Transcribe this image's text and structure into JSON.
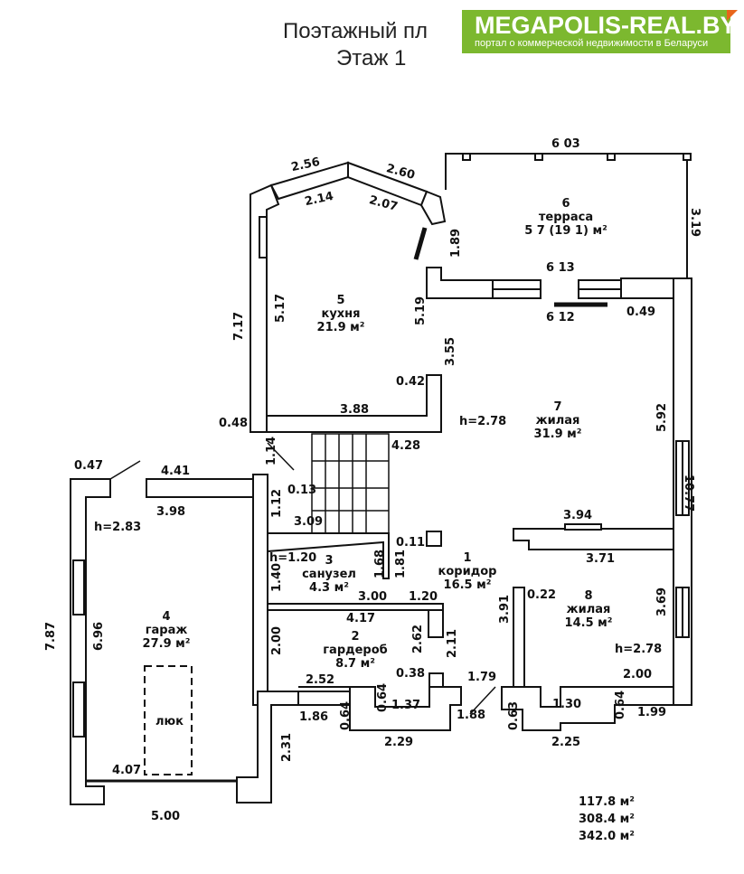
{
  "header": {
    "title_line1": "Поэтажный пл",
    "title_line2": "Этаж 1"
  },
  "logo": {
    "name": "MEGAPOLIS-REAL.BY",
    "tagline": "портал о коммерческой недвижимости в Беларуси",
    "brand_color": "#7cb82f",
    "corner_color": "#e8661b"
  },
  "rooms": [
    {
      "num": "1",
      "name": "коридор",
      "area": "16.5 м²"
    },
    {
      "num": "2",
      "name": "гардероб",
      "area": "8.7 м²"
    },
    {
      "num": "3",
      "name": "санузел",
      "area": "4.3 м²"
    },
    {
      "num": "4",
      "name": "гараж",
      "area": "27.9 м²"
    },
    {
      "num": "5",
      "name": "кухня",
      "area": "21.9 м²"
    },
    {
      "num": "6",
      "name": "терраса",
      "area": "5 7 (19 1) м²"
    },
    {
      "num": "7",
      "name": "жилая",
      "area": "31.9 м²"
    },
    {
      "num": "8",
      "name": "жилая",
      "area": "14.5 м²"
    }
  ],
  "heights": [
    "h=2.78",
    "h=2.83",
    "h=1.20",
    "h=2.78"
  ],
  "hatch_label": "люк",
  "dimensions": [
    "2.56",
    "2.60",
    "2.14",
    "2.07",
    "6 03",
    "3.19",
    "1.89",
    "6 13",
    "6 12",
    "0.49",
    "5.17",
    "5.19",
    "7.17",
    "3.55",
    "0.42",
    "3.88",
    "0.48",
    "4.28",
    "5.92",
    "1.14",
    "0.47",
    "4.41",
    "0.13",
    "3.98",
    "1.12",
    "3.09",
    "0.11",
    "1.68",
    "1.81",
    "3.94",
    "3.71",
    "10.77",
    "1.40",
    "3.00",
    "1.20",
    "0.22",
    "3.91",
    "4.17",
    "2.62",
    "2.11",
    "7.87",
    "6.96",
    "2.00",
    "3.69",
    "2.52",
    "0.38",
    "1.79",
    "2.00",
    "1.86",
    "0.64",
    "1.37",
    "1.88",
    "0.64",
    "1.30",
    "0.63",
    "0.64",
    "1.99",
    "2.29",
    "2.25",
    "2.31",
    "4.07",
    "5.00"
  ],
  "totals": [
    "117.8 м²",
    "308.4 м²",
    "342.0 м²"
  ]
}
